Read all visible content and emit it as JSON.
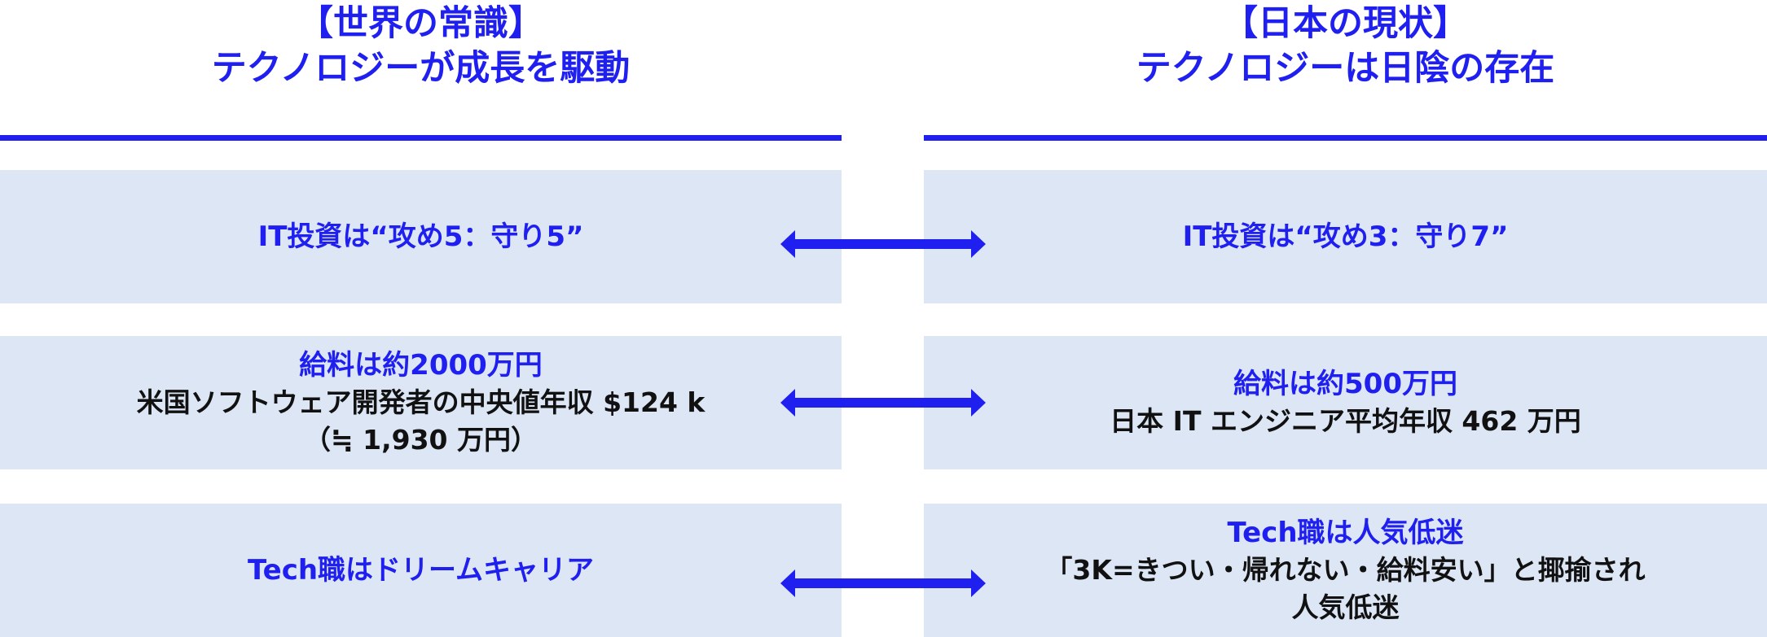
{
  "left": {
    "heading": [
      "【世界の常識】",
      "テクノロジーが成長を駆動"
    ],
    "rows": [
      {
        "title": "IT投資は“攻め5：守り5”",
        "details": []
      },
      {
        "title": "給料は約2000万円",
        "details": [
          "米国ソフトウェア開発者の中央値年収 $124 k",
          "（≒ 1,930 万円）"
        ]
      },
      {
        "title": "Tech職はドリームキャリア",
        "details": []
      }
    ]
  },
  "right": {
    "heading": [
      "【日本の現状】",
      "テクノロジーは日陰の存在"
    ],
    "rows": [
      {
        "title": "IT投資は“攻め3：守り7”",
        "details": []
      },
      {
        "title": "給料は約500万円",
        "details": [
          "日本 IT エンジニア平均年収 462 万円"
        ]
      },
      {
        "title": "Tech職は人気低迷",
        "details": [
          "「3K=きつい・帰れない・給料安い」と揶揄され",
          "人気低迷"
        ]
      }
    ]
  },
  "colors": {
    "accent": "#1f1ff0",
    "panel": "#dce6f4",
    "text": "#111111"
  },
  "icons": [
    "double-headed-arrow-icon"
  ]
}
